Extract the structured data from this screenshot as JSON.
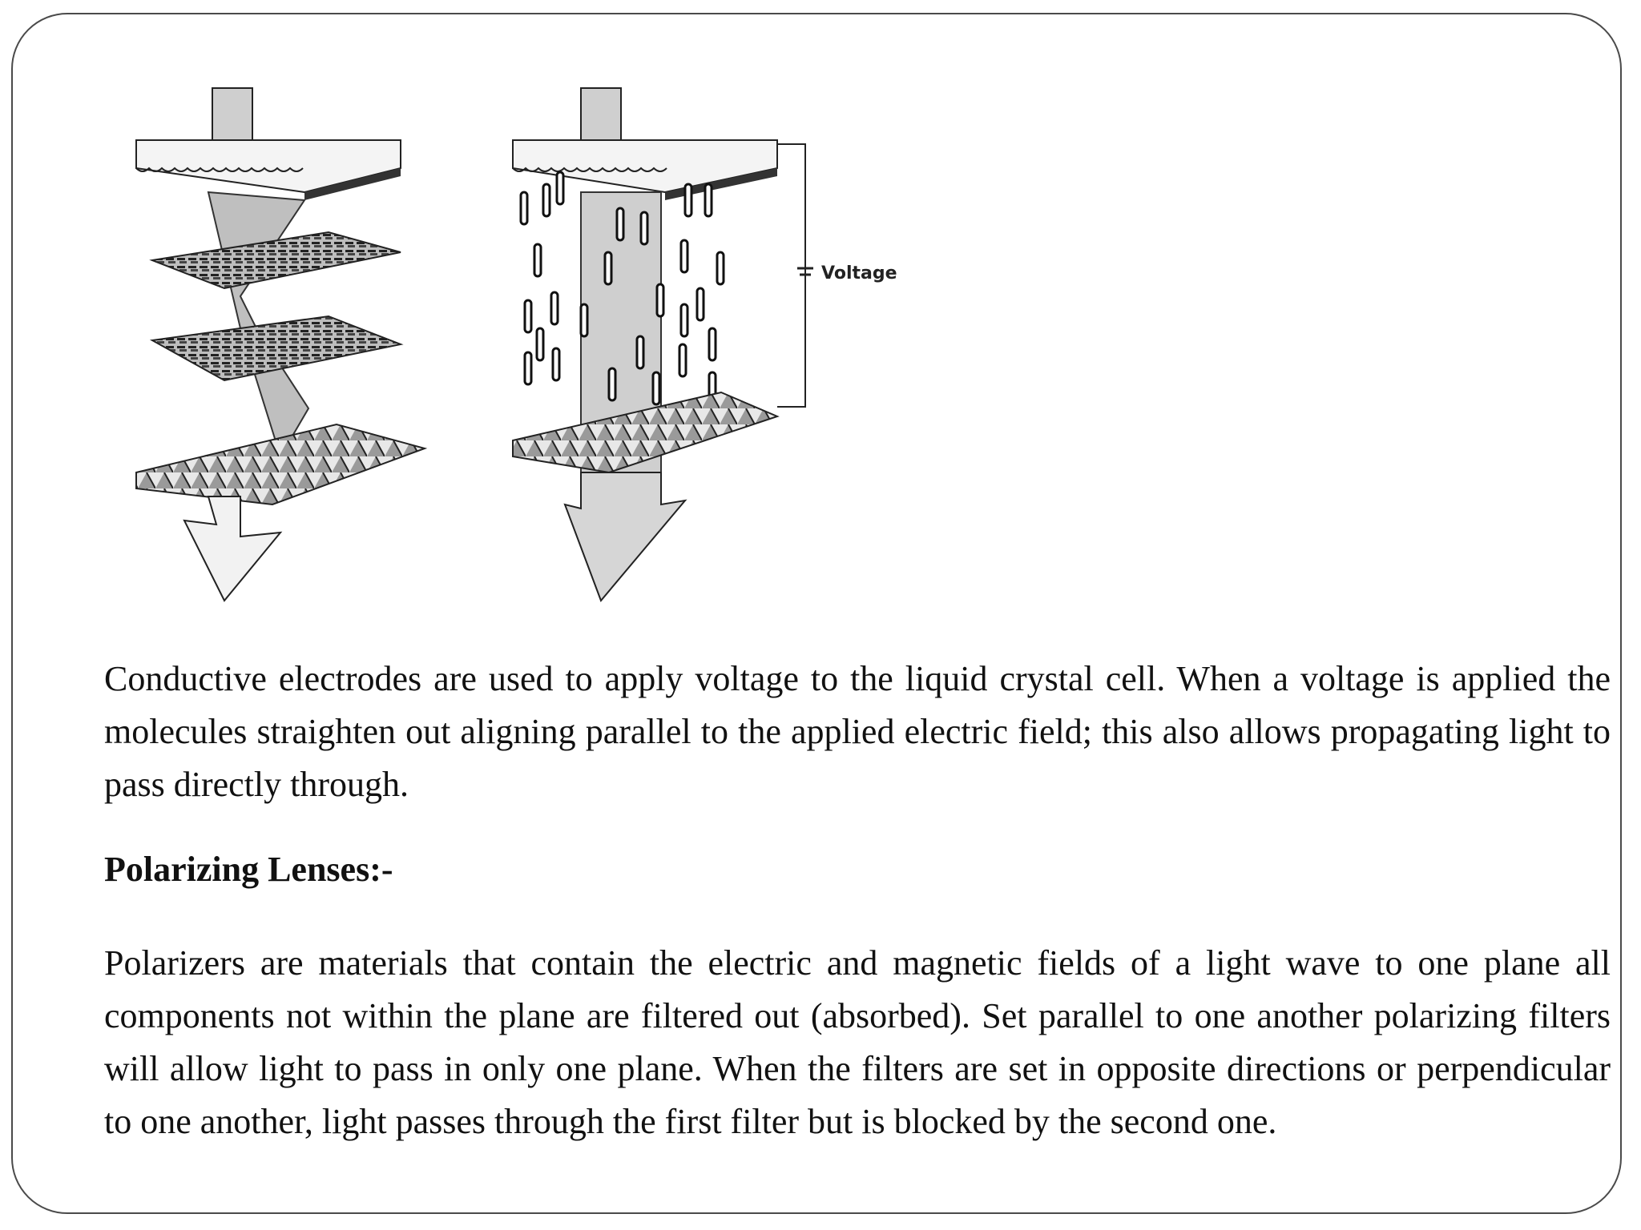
{
  "figure": {
    "voltage_label": "Voltage"
  },
  "content": {
    "paragraph_1": "Conductive electrodes are used to apply voltage to the liquid crystal cell. When a voltage is applied the molecules straighten out aligning parallel to the applied electric field; this also allows propagating light to pass directly through.",
    "heading": "Polarizing Lenses:-",
    "paragraph_2": "Polarizers are materials that contain the electric and magnetic fields of a light wave to one plane all components not within the plane are filtered out (absorbed). Set parallel to one another polarizing filters will allow light to pass in only one plane. When the filters are set in opposite directions or perpendicular to one another, light passes through the first filter but is blocked by the second one."
  }
}
